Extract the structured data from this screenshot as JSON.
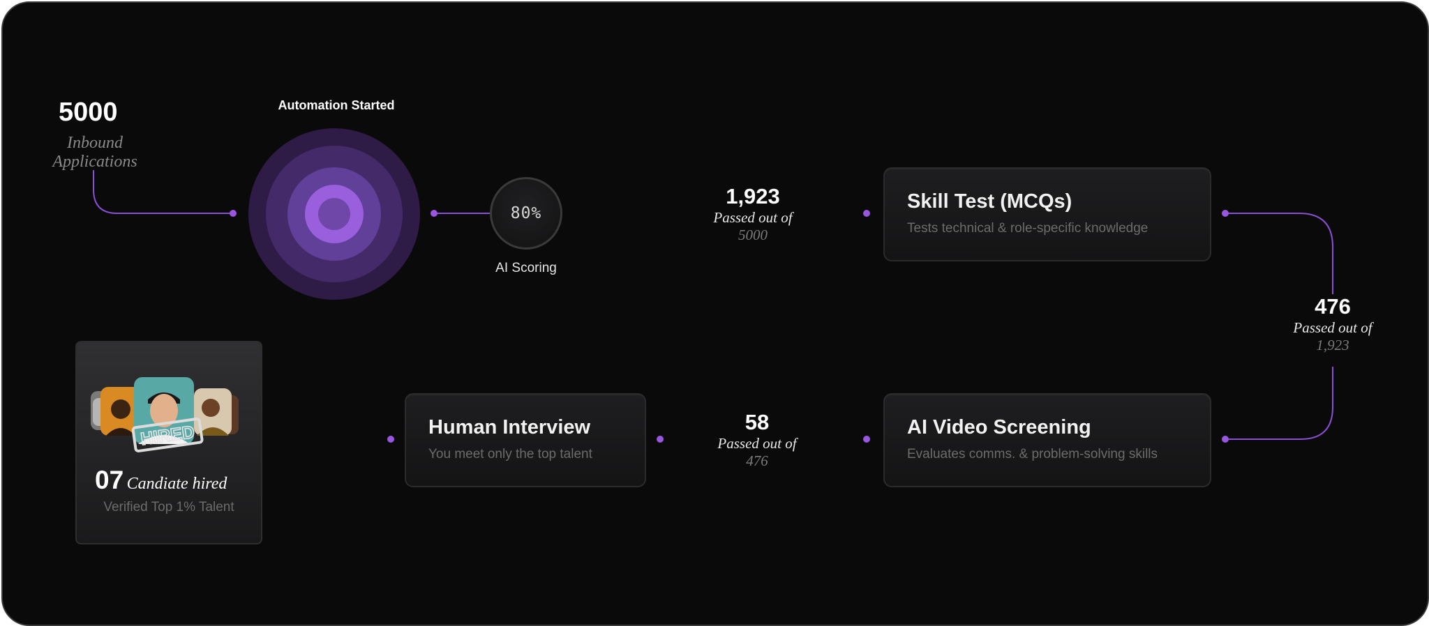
{
  "inbound": {
    "count": "5000",
    "label_line1": "Inbound",
    "label_line2": "Applications"
  },
  "automation": {
    "title": "Automation Started"
  },
  "ai_scoring": {
    "score": "80%",
    "label": "AI Scoring"
  },
  "funnel": [
    {
      "count": "1,923",
      "passed_label": "Passed out of",
      "passed_of": "5000"
    },
    {
      "count": "476",
      "passed_label": "Passed out of",
      "passed_of": "1,923"
    },
    {
      "count": "58",
      "passed_label": "Passed out of",
      "passed_of": "476"
    }
  ],
  "steps": {
    "skill_test": {
      "title": "Skill Test (MCQs)",
      "description": "Tests technical & role-specific knowledge"
    },
    "video_screening": {
      "title": "AI Video Screening",
      "description": "Evaluates comms. & problem-solving skills"
    },
    "human_interview": {
      "title": "Human Interview",
      "description": "You meet only the top talent"
    }
  },
  "hired": {
    "count": "07",
    "label": "Candiate hired",
    "subtitle": "Verified Top 1% Talent",
    "stamp": "HIRED"
  },
  "colors": {
    "background": "#0a0a0a",
    "accent": "#9a56e0",
    "radar_outer": "#2e1b46",
    "radar_inner": "#9a5fdc"
  }
}
